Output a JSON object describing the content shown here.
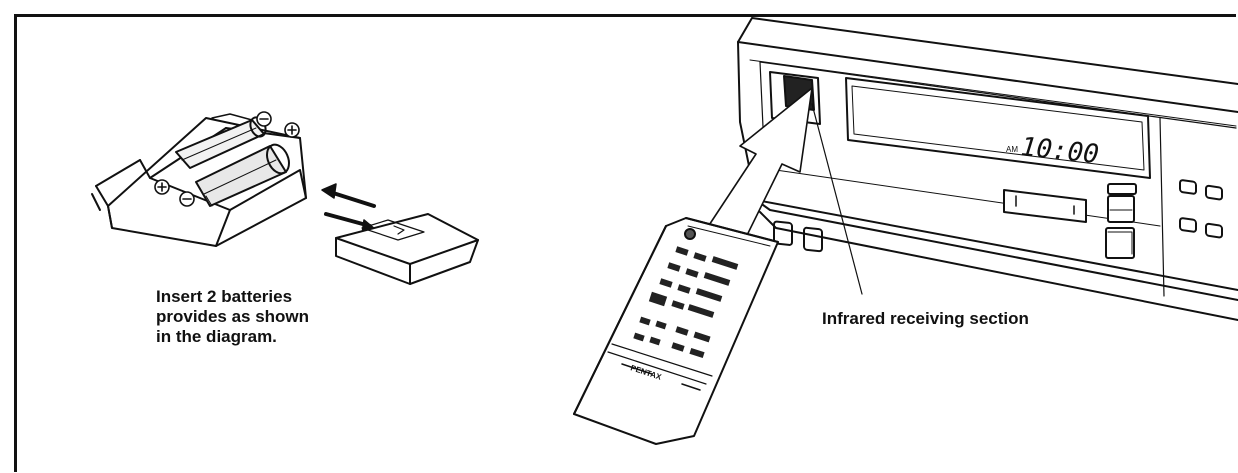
{
  "battery_caption": {
    "line1": "Insert 2 batteries",
    "line2": "provides as shown",
    "line3": "in the diagram."
  },
  "polarity": {
    "minus": "⊖",
    "plus": "⊕"
  },
  "vcr": {
    "display_time": "10:00",
    "display_indicator": "AM"
  },
  "remote": {
    "brand": "PENTAX"
  },
  "ir_caption": "Infrared receiving section"
}
